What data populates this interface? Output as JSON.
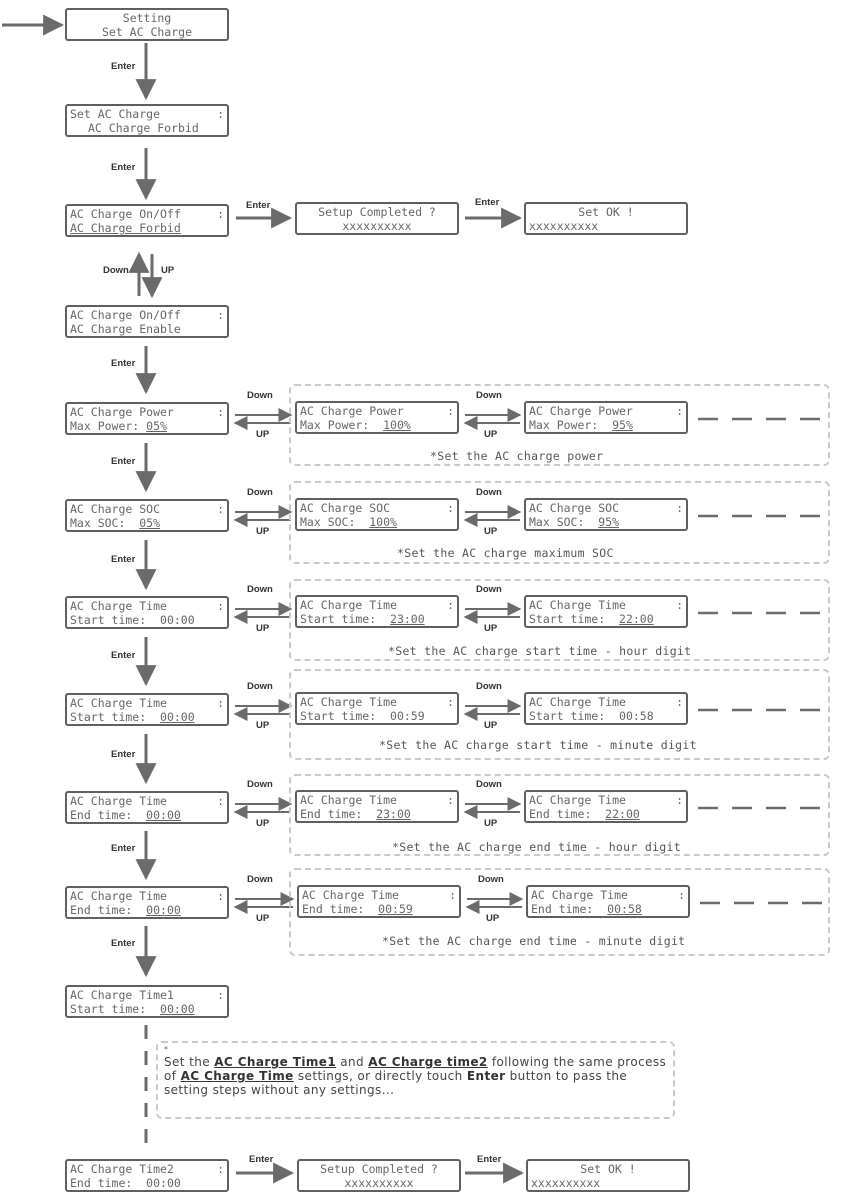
{
  "screens": {
    "s1": {
      "l1": "Setting",
      "l2": "Set AC Charge"
    },
    "s2": {
      "l1": "Set AC Charge",
      "l2": "AC Charge Forbid",
      "colon": ":"
    },
    "s3": {
      "l1": "AC Charge On/Off",
      "l2": "AC Charge Forbid",
      "colon": ":"
    },
    "s3b": {
      "l1": "Setup Completed ?",
      "l2": "xxxxxxxxxx"
    },
    "s3c": {
      "l1": "Set OK !",
      "l2": "xxxxxxxxxx"
    },
    "s4": {
      "l1": "AC Charge On/Off",
      "l2": "AC Charge Enable",
      "colon": ":"
    },
    "p1": {
      "l1": "AC Charge Power",
      "l2a": "Max Power: ",
      "l2b": "05",
      "l2c": "%",
      "colon": ":"
    },
    "p2": {
      "l1": "AC Charge Power",
      "l2a": "Max Power:  ",
      "l2b": "100%",
      "colon": ":"
    },
    "p3": {
      "l1": "AC Charge Power",
      "l2a": "Max Power:  ",
      "l2b": "95%",
      "colon": ":"
    },
    "c1": {
      "l1": "AC Charge SOC",
      "l2a": "Max SOC:  ",
      "l2b": "05%",
      "colon": ":"
    },
    "c2": {
      "l1": "AC Charge SOC",
      "l2a": "Max SOC:  ",
      "l2b": "100%",
      "colon": ":"
    },
    "c3": {
      "l1": "AC Charge SOC",
      "l2a": "Max SOC:  ",
      "l2b": "95%",
      "colon": ":"
    },
    "t1": {
      "l1": "AC Charge Time",
      "l2a": "Start time:  ",
      "l2b": "00:00",
      "colon": ":"
    },
    "t2": {
      "l1": "AC Charge Time",
      "l2a": "Start time:  ",
      "l2b": "23:00",
      "colon": ":"
    },
    "t3": {
      "l1": "AC Charge Time",
      "l2a": "Start time:  ",
      "l2b": "22:00",
      "colon": ":"
    },
    "m1": {
      "l1": "AC Charge Time",
      "l2a": "Start time:  ",
      "l2b": "00:00",
      "colon": ":"
    },
    "m2": {
      "l1": "AC Charge Time",
      "l2a": "Start time:  ",
      "l2b": "00:59",
      "colon": ":"
    },
    "m3": {
      "l1": "AC Charge Time",
      "l2a": "Start time:  ",
      "l2b": "00:58",
      "colon": ":"
    },
    "e1": {
      "l1": "AC Charge Time",
      "l2a": "End time:  ",
      "l2b": "00:00",
      "colon": ":"
    },
    "e2": {
      "l1": "AC Charge Time",
      "l2a": "End time:  ",
      "l2b": "23:00",
      "colon": ":"
    },
    "e3": {
      "l1": "AC Charge Time",
      "l2a": "End time:  ",
      "l2b": "22:00",
      "colon": ":"
    },
    "n1": {
      "l1": "AC Charge Time",
      "l2a": "End time:  ",
      "l2b": "00:00",
      "colon": ":"
    },
    "n2": {
      "l1": "AC Charge Time",
      "l2a": "End time:  ",
      "l2b": "00:59",
      "colon": ":"
    },
    "n3": {
      "l1": "AC Charge Time",
      "l2a": "End time:  ",
      "l2b": "00:58",
      "colon": ":"
    },
    "x1": {
      "l1": "AC Charge Time1",
      "l2a": "Start time:  ",
      "l2b": "00:00",
      "colon": ":"
    },
    "x2": {
      "l1": "AC Charge Time2",
      "l2a": "End time:  ",
      "l2b": "00:00",
      "colon": ":"
    },
    "x2b": {
      "l1": "Setup Completed ?",
      "l2": "xxxxxxxxxx"
    },
    "x2c": {
      "l1": "Set OK !",
      "l2": "xxxxxxxxxx"
    }
  },
  "labels": {
    "enter": "Enter",
    "down": "Down",
    "up": "UP"
  },
  "notes": {
    "power": "*Set the AC charge power",
    "soc": "*Set the AC charge maximum SOC",
    "start_hour": "*Set the AC charge start time - hour digit",
    "start_minute": "*Set the AC charge start time - minute digit",
    "end_hour": "*Set the AC charge end time - hour digit",
    "end_minute": "*Set the AC charge end time - minute digit"
  },
  "info": {
    "mark": "*",
    "p1": "Set the ",
    "k1": "AC Charge Time1",
    "p2": " and ",
    "k2": "AC Charge time2",
    "p3": " following the same process of ",
    "k3": "AC Charge Time",
    "p4": " settings, or directly touch ",
    "k4": "Enter",
    "p5": " button to pass the setting steps without any settings..."
  },
  "colors": {
    "line": "#6b6b6b",
    "lcd_border": "#5f5f5f",
    "dash": "#c9c9c9"
  }
}
